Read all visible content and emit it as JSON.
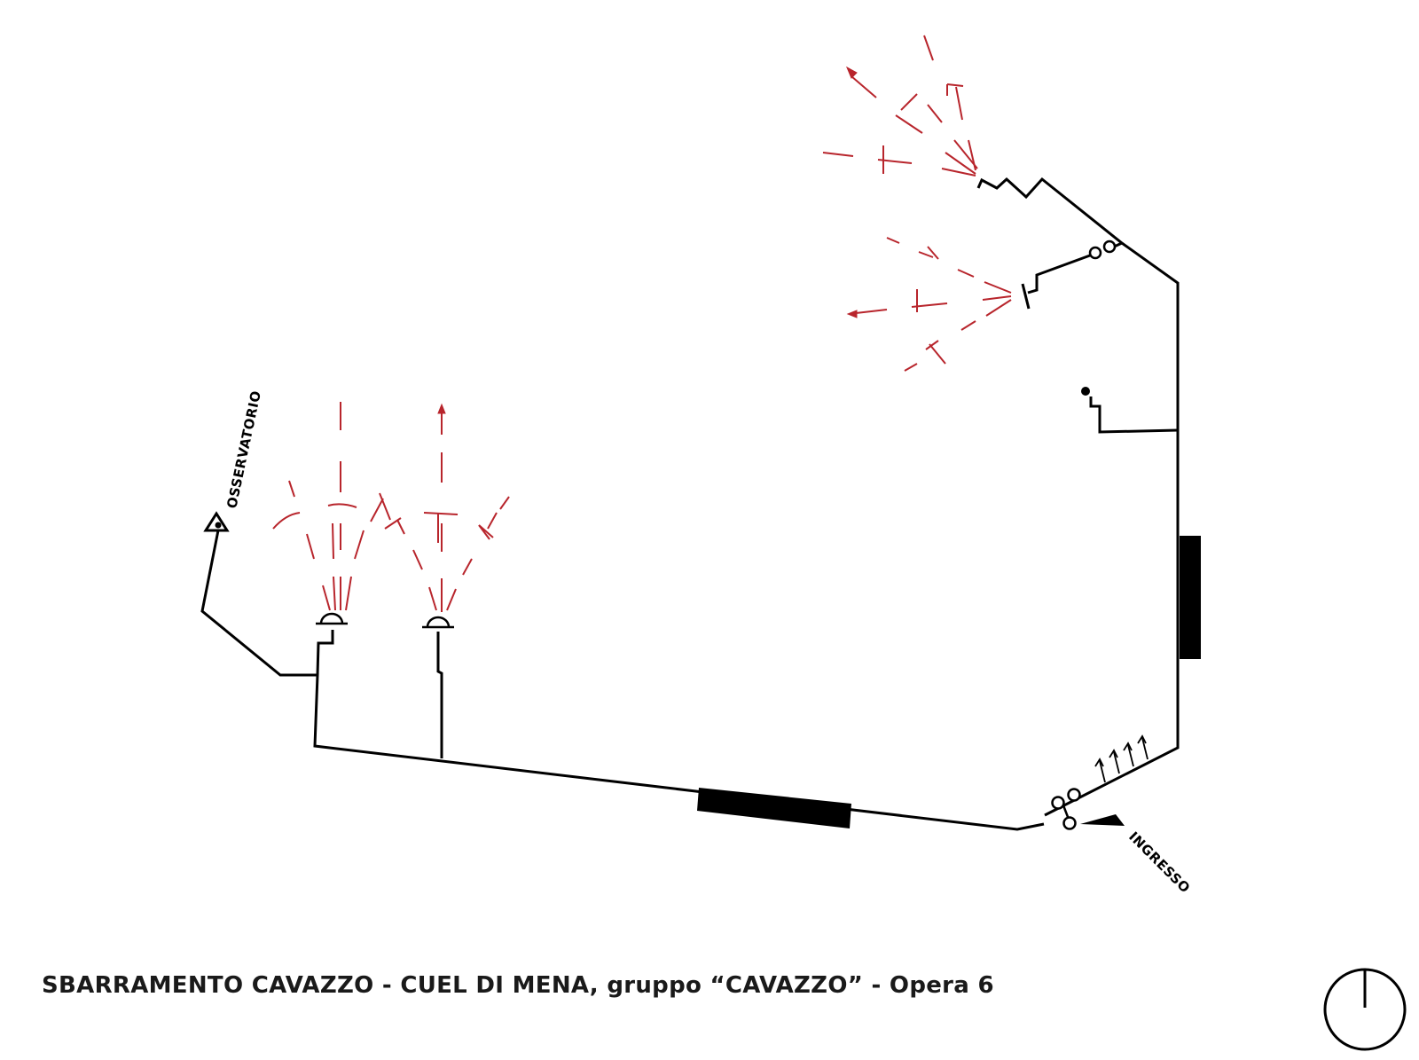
{
  "title": "SBARRAMENTO CAVAZZO - CUEL DI MENA, gruppo “CAVAZZO” - Opera 6",
  "labels": {
    "observatory": "OSSERVATORIO",
    "entrance": "INGRESSO"
  },
  "colors": {
    "walls": "#000000",
    "fire_sectors": "#b8252c",
    "background": "#ffffff"
  },
  "icons": {
    "north": "north-arrow-icon",
    "observatory": "observatory-icon",
    "entrance": "entrance-arrow-icon"
  }
}
